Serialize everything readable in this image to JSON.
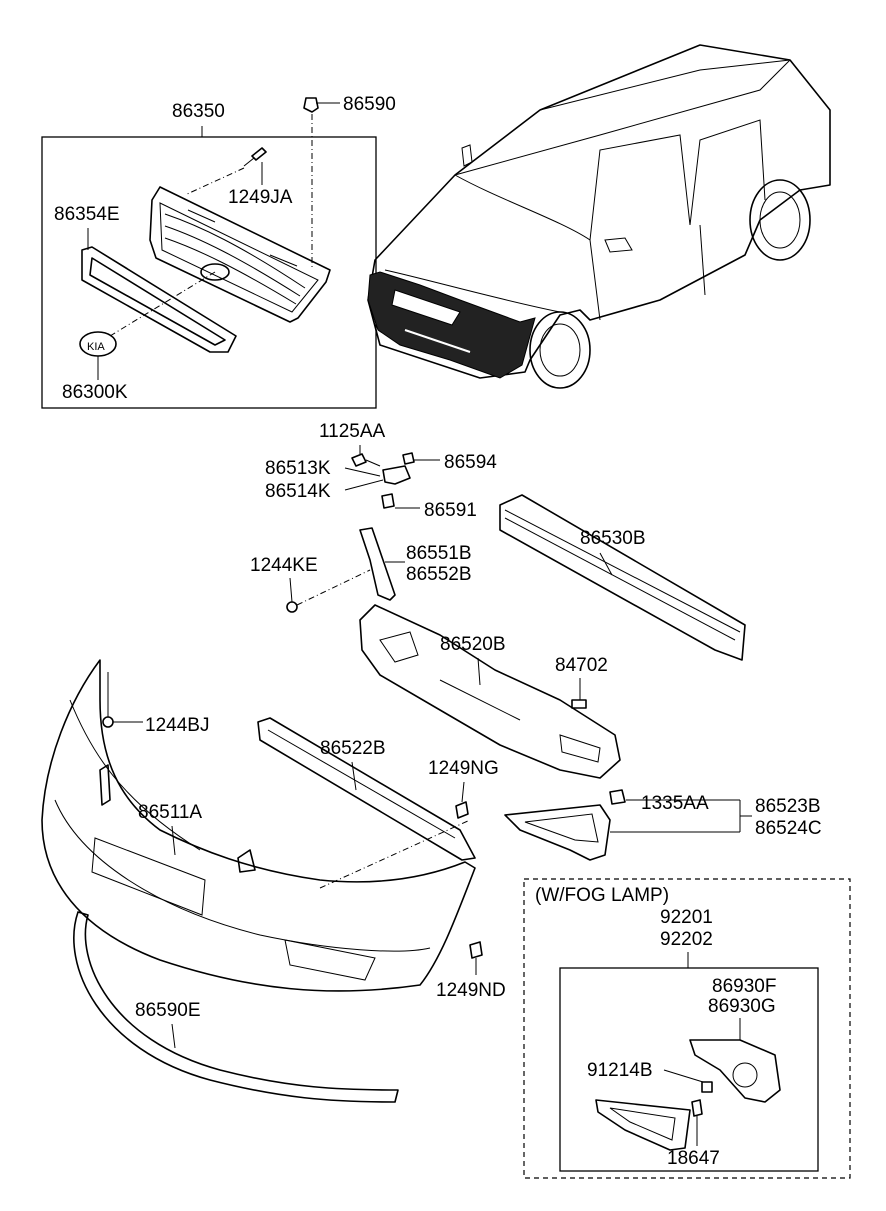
{
  "labels": {
    "p86350": "86350",
    "p86590": "86590",
    "p1249JA": "1249JA",
    "p86354E": "86354E",
    "p86300K": "86300K",
    "p1125AA": "1125AA",
    "p86513K": "86513K",
    "p86514K": "86514K",
    "p86594": "86594",
    "p86591": "86591",
    "p86530B": "86530B",
    "p86551B": "86551B",
    "p86552B": "86552B",
    "p1244KE": "1244KE",
    "p86520B": "86520B",
    "p84702": "84702",
    "p1244BJ": "1244BJ",
    "p86522B": "86522B",
    "p1249NG": "1249NG",
    "p86511A": "86511A",
    "p1335AA": "1335AA",
    "p86523B": "86523B",
    "p86524C": "86524C",
    "fog_title": "(W/FOG LAMP)",
    "p92201": "92201",
    "p92202": "92202",
    "p86930F": "86930F",
    "p86930G": "86930G",
    "p91214B": "91214B",
    "p18647": "18647",
    "p1249ND": "1249ND",
    "p86590E": "86590E"
  }
}
